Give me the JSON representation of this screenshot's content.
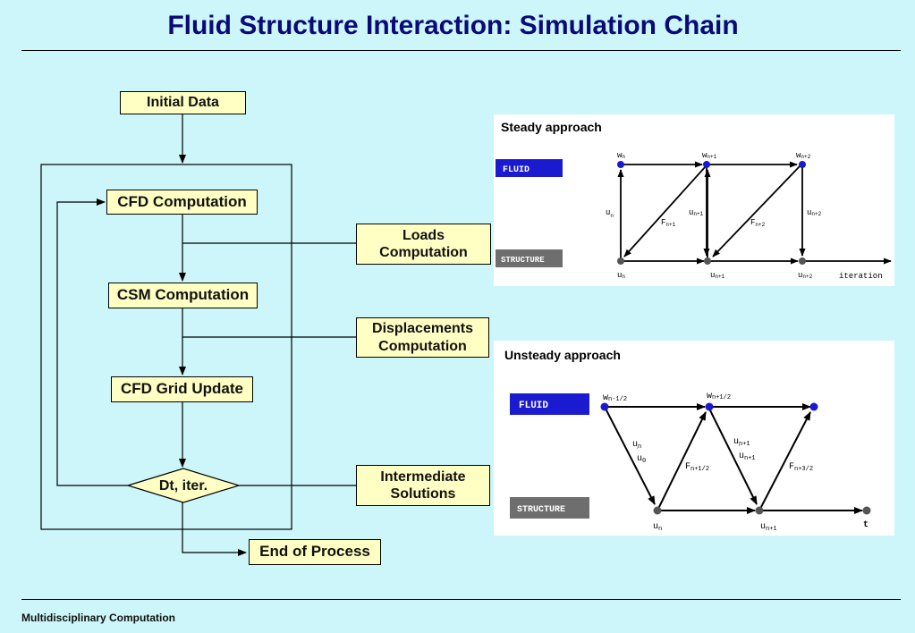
{
  "title": "Fluid Structure Interaction: Simulation Chain",
  "footer": "Multidisciplinary Computation",
  "flowchart": {
    "initial_data": "Initial Data",
    "cfd_computation": "CFD Computation",
    "csm_computation": "CSM Computation",
    "cfd_grid_update": "CFD Grid Update",
    "decision": "Dt, iter.",
    "end_of_process": "End of Process",
    "loads_line1": "Loads",
    "loads_line2": "Computation",
    "displacements_line1": "Displacements",
    "displacements_line2": "Computation",
    "intermediate_line1": "Intermediate",
    "intermediate_line2": "Solutions"
  },
  "steady": {
    "title": "Steady approach",
    "fluid_label": "FLUID",
    "structure_label": "STRUCTURE",
    "w_n": "w",
    "w_n_sub": "n",
    "w_n1": "w",
    "w_n1_sub": "n+1",
    "w_n2": "w",
    "w_n2_sub": "n+2",
    "u_label_1": "u",
    "u_label_1_sub": "n",
    "u_label_2": "u",
    "u_label_2_sub": "n+1",
    "u_label_3": "u",
    "u_label_3_sub": "n+2",
    "f_label_1": "F",
    "f_label_1_sub": "n+1",
    "f_label_2": "F",
    "f_label_2_sub": "n+2",
    "bottom_1": "u",
    "bottom_1_sub": "n",
    "bottom_2": "u",
    "bottom_2_sub": "n+1",
    "bottom_3": "u",
    "bottom_3_sub": "n+2",
    "axis_label": "iteration"
  },
  "unsteady": {
    "title": "Unsteady approach",
    "fluid_label": "FLUID",
    "structure_label": "STRUCTURE",
    "w_1": "w",
    "w_1_sub": "n-1/2",
    "w_2": "w",
    "w_2_sub": "n+1/2",
    "u_n": "u",
    "u_n_sub": "n",
    "udot_0": "u",
    "udot_0_sub": "0",
    "u_n1": "u",
    "u_n1_sub": "n+1",
    "udot_n1": "u",
    "udot_n1_sub": "n+1",
    "f_1": "F",
    "f_1_sub": "n+1/2",
    "f_2": "F",
    "f_2_sub": "n+3/2",
    "bottom_1": "u",
    "bottom_1_sub": "n",
    "bottom_2": "u",
    "bottom_2_sub": "n+1",
    "axis_label": "t"
  }
}
